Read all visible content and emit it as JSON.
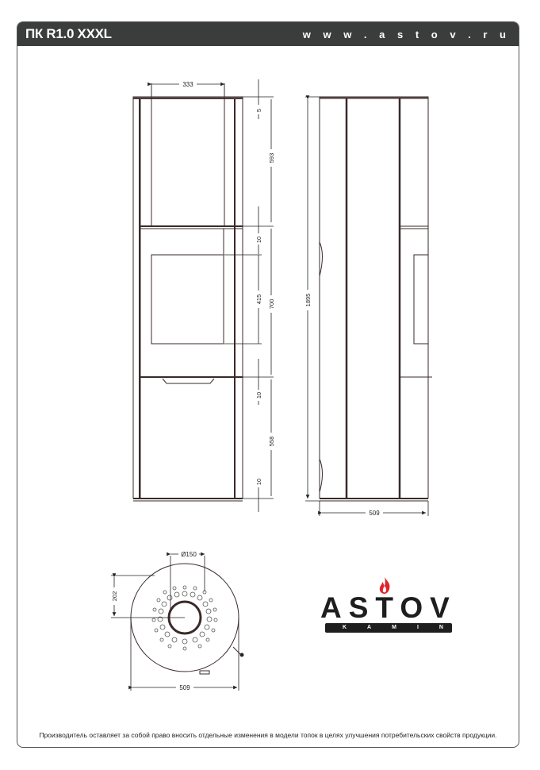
{
  "header": {
    "title": "ПК R1.0 XXXL",
    "url": "w w w . a s t o v . r u"
  },
  "front_view": {
    "width_label": "333",
    "dims": [
      "5",
      "593",
      "10",
      "415",
      "700",
      "10",
      "558",
      "10"
    ]
  },
  "side_view": {
    "height_label": "1895",
    "depth_label": "509"
  },
  "top_view": {
    "flue_label": "Ø150",
    "offset_label": "202",
    "width_label": "509"
  },
  "logo": {
    "brand": "ASTOV",
    "sub": "KAMIN",
    "flame_color": "#e0242b"
  },
  "footer": {
    "note": "Производитель оставляет за собой право вносить отдельные изменения в модели топок в целях улучшения потребительских свойств продукции."
  }
}
